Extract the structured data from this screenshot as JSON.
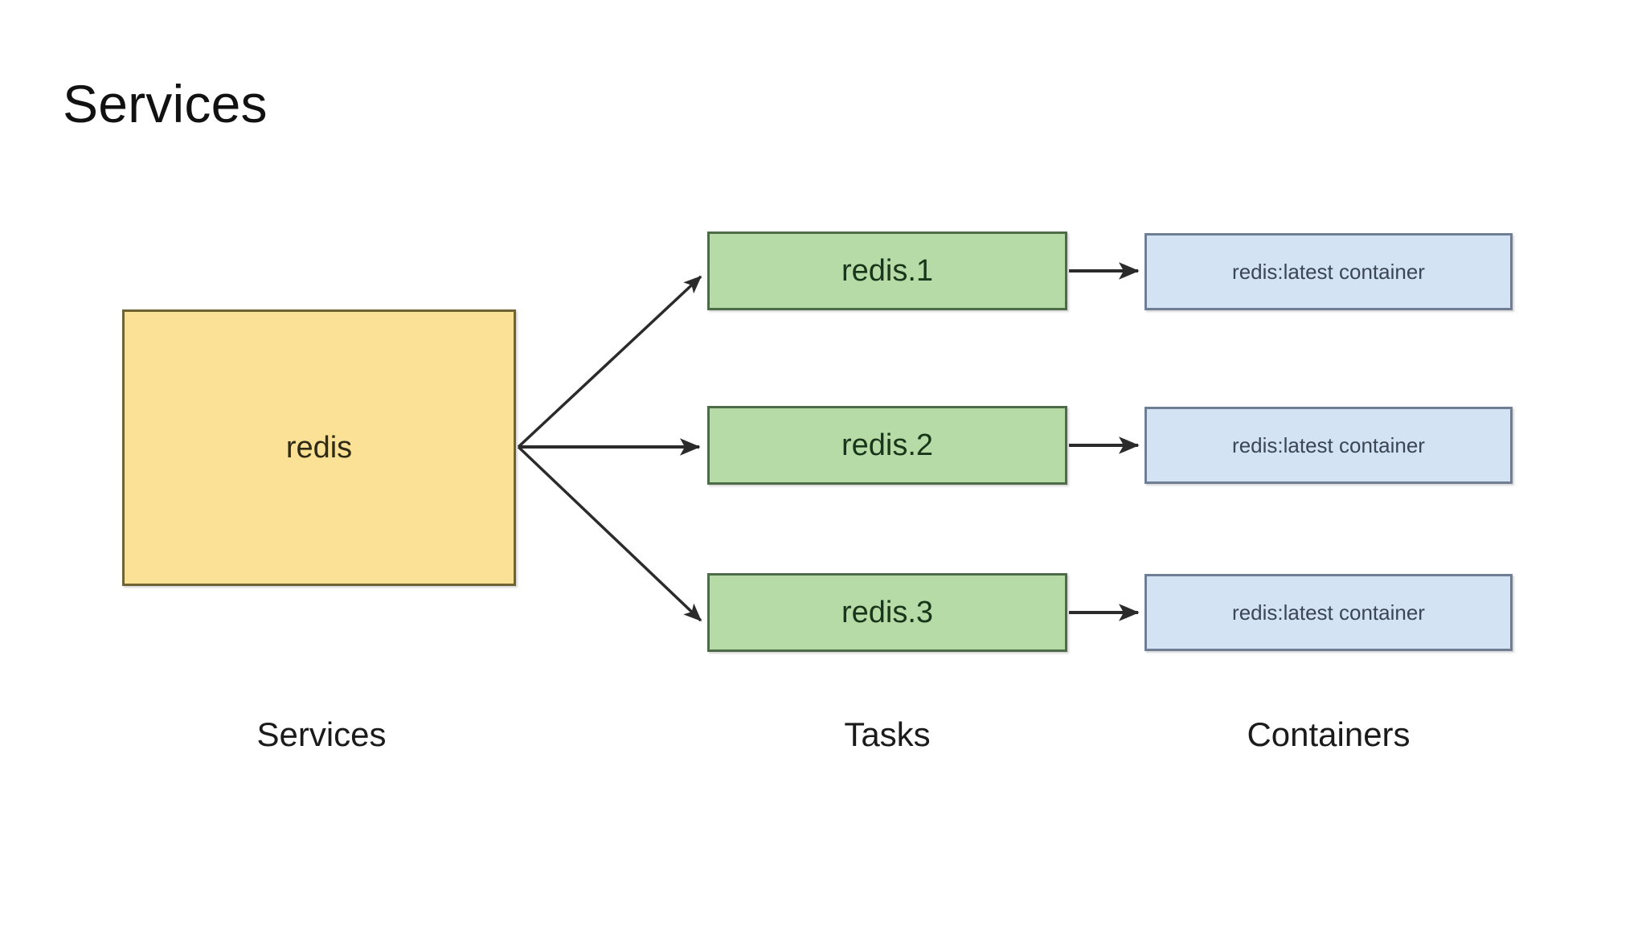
{
  "page": {
    "title": "Services",
    "background_color": "#ffffff"
  },
  "palette": {
    "service_fill": "#FBE195",
    "service_border": "#6E6433",
    "task_fill": "#B7DBA6",
    "task_border": "#4E6B48",
    "container_fill": "#D4E3F4",
    "container_border": "#6F7E94",
    "arrow_color": "#2b2b2b",
    "text_color": "#1b1b1b"
  },
  "diagram": {
    "type": "flow",
    "columns": [
      {
        "key": "services",
        "caption": "Services"
      },
      {
        "key": "tasks",
        "caption": "Tasks"
      },
      {
        "key": "containers",
        "caption": "Containers"
      }
    ],
    "service": {
      "label": "redis"
    },
    "tasks": [
      {
        "label": "redis.1"
      },
      {
        "label": "redis.2"
      },
      {
        "label": "redis.3"
      }
    ],
    "containers": [
      {
        "label": "redis:latest container"
      },
      {
        "label": "redis:latest container"
      },
      {
        "label": "redis:latest container"
      }
    ],
    "edges": [
      {
        "from": "redis",
        "to": "redis.1",
        "style": "arrow"
      },
      {
        "from": "redis",
        "to": "redis.2",
        "style": "arrow"
      },
      {
        "from": "redis",
        "to": "redis.3",
        "style": "arrow"
      },
      {
        "from": "redis.1",
        "to": "redis:latest container",
        "style": "arrow"
      },
      {
        "from": "redis.2",
        "to": "redis:latest container",
        "style": "arrow"
      },
      {
        "from": "redis.3",
        "to": "redis:latest container",
        "style": "arrow"
      }
    ]
  }
}
